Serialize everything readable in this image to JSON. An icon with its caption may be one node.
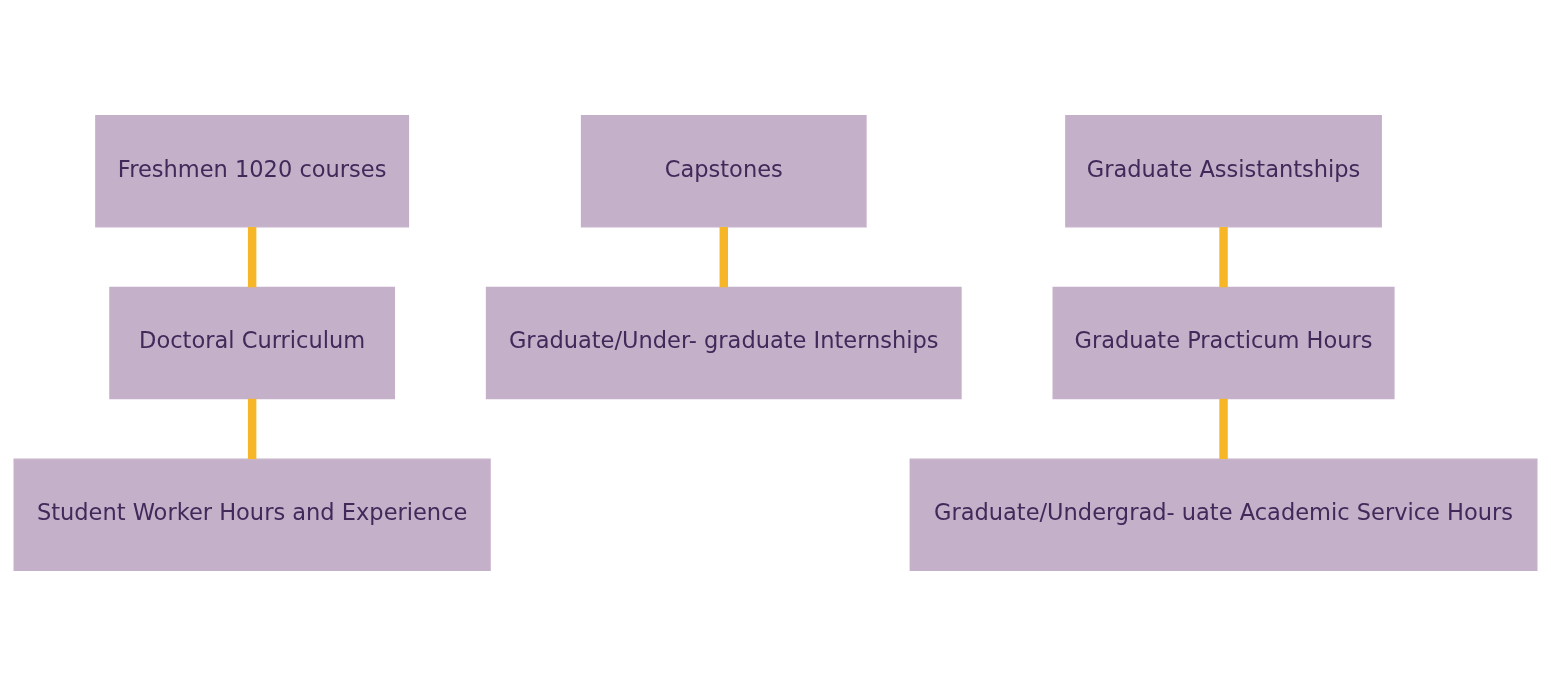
{
  "diagram": {
    "nodes": [
      {
        "text": [
          "Freshmen 1020 courses"
        ]
      },
      {
        "text": [
          "Doctoral Curriculum"
        ]
      },
      {
        "text": [
          "Student Worker Hours and Experience"
        ]
      },
      {
        "text": [
          "Capstones"
        ]
      },
      {
        "text": [
          "Graduate/Under- graduate Internships"
        ]
      },
      {
        "text": [
          "Graduate Assistantships"
        ]
      },
      {
        "text": [
          "Graduate Practicum Hours"
        ]
      },
      {
        "text": [
          "Graduate/Undergrad- uate Academic Service Hours"
        ]
      }
    ],
    "edges": [
      {
        "from": 0,
        "to": 1,
        "arrow": "none"
      },
      {
        "from": 1,
        "to": 2,
        "arrow": "none"
      },
      {
        "from": 3,
        "to": 4,
        "arrow": "none"
      },
      {
        "from": 5,
        "to": 6,
        "arrow": "none"
      },
      {
        "from": 6,
        "to": 7,
        "arrow": "none"
      }
    ]
  }
}
